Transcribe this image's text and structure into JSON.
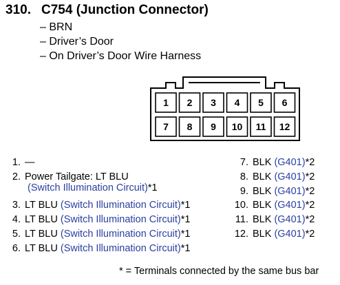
{
  "title": {
    "number": "310.",
    "text": "C754 (Junction Connector)"
  },
  "details": [
    "– BRN",
    "– Driver’s Door",
    "– On Driver’s Door Wire Harness"
  ],
  "connector": {
    "top_row": [
      "1",
      "2",
      "3",
      "4",
      "5",
      "6"
    ],
    "bottom_row": [
      "7",
      "8",
      "9",
      "10",
      "11",
      "12"
    ]
  },
  "left_pins": [
    {
      "n": "1.",
      "text": "—"
    },
    {
      "n": "2.",
      "text": "Power Tailgate: LT BLU",
      "link": "(Switch Illumination Circuit)",
      "suffix": "*1"
    },
    {
      "n": "3.",
      "text": "LT BLU ",
      "link": "(Switch Illumination Circuit)",
      "suffix": "*1"
    },
    {
      "n": "4.",
      "text": "LT BLU ",
      "link": "(Switch Illumination Circuit)",
      "suffix": "*1"
    },
    {
      "n": "5.",
      "text": "LT BLU ",
      "link": "(Switch Illumination Circuit)",
      "suffix": "*1"
    },
    {
      "n": "6.",
      "text": "LT BLU ",
      "link": "(Switch Illumination Circuit)",
      "suffix": "*1"
    }
  ],
  "right_pins": [
    {
      "n": "7.",
      "text": "BLK ",
      "link": "(G401)",
      "suffix": "*2"
    },
    {
      "n": "8.",
      "text": "BLK ",
      "link": "(G401)",
      "suffix": "*2"
    },
    {
      "n": "9.",
      "text": "BLK ",
      "link": "(G401)",
      "suffix": "*2"
    },
    {
      "n": "10.",
      "text": "BLK ",
      "link": "(G401)",
      "suffix": "*2"
    },
    {
      "n": "11.",
      "text": "BLK ",
      "link": "(G401)",
      "suffix": "*2"
    },
    {
      "n": "12.",
      "text": "BLK ",
      "link": "(G401)",
      "suffix": "*2"
    }
  ],
  "footnote": "* = Terminals connected by the same bus bar",
  "colors": {
    "link": "#2a3fa0",
    "text": "#000000"
  }
}
